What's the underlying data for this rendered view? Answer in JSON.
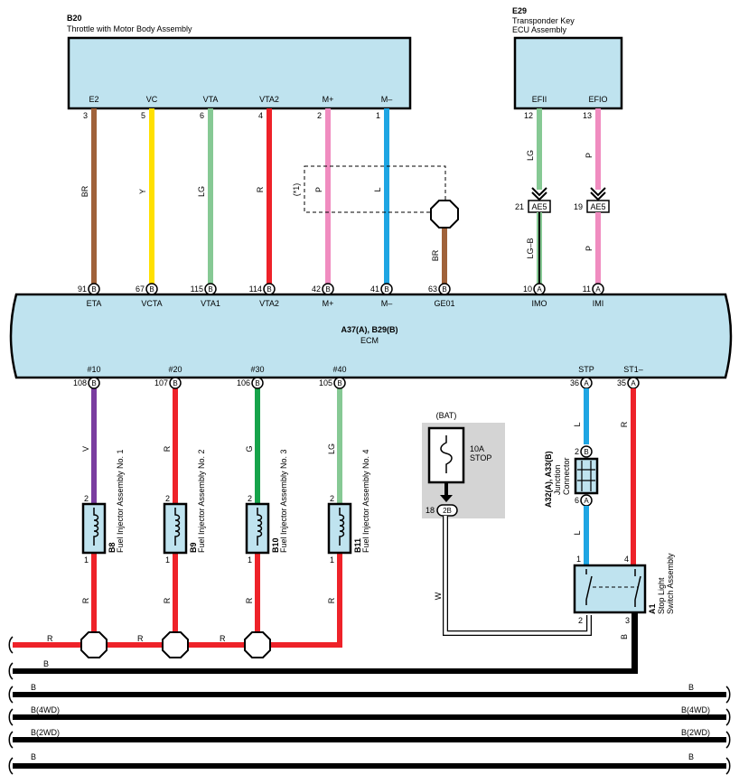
{
  "throttle": {
    "code": "B20",
    "name": "Throttle with Motor Body Assembly",
    "pins": [
      {
        "label": "E2",
        "pin": "3",
        "wire": "BR",
        "color": "#a0623a",
        "ecm_pin": "91",
        "ecm_conn": "B",
        "ecm_label": "ETA"
      },
      {
        "label": "VC",
        "pin": "5",
        "wire": "Y",
        "color": "#ffe000",
        "ecm_pin": "67",
        "ecm_conn": "B",
        "ecm_label": "VCTA"
      },
      {
        "label": "VTA",
        "pin": "6",
        "wire": "LG",
        "color": "#86c994",
        "ecm_pin": "115",
        "ecm_conn": "B",
        "ecm_label": "VTA1"
      },
      {
        "label": "VTA2",
        "pin": "4",
        "wire": "R",
        "color": "#ee2229",
        "ecm_pin": "114",
        "ecm_conn": "B",
        "ecm_label": "VTA2"
      },
      {
        "label": "M+",
        "pin": "2",
        "wire": "P",
        "color": "#f08cc0",
        "ecm_pin": "42",
        "ecm_conn": "B",
        "ecm_label": "M+"
      },
      {
        "label": "M–",
        "pin": "1",
        "wire": "L",
        "color": "#1ea5e3",
        "ecm_pin": "41",
        "ecm_conn": "B",
        "ecm_label": "M–"
      }
    ],
    "shield_note": "(*1)",
    "ground": {
      "wire": "BR",
      "ecm_pin": "63",
      "ecm_conn": "B",
      "ecm_label": "GE01"
    }
  },
  "transponder": {
    "code": "E29",
    "name_line1": "Transponder Key",
    "name_line2": "ECU Assembly",
    "pins": [
      {
        "label": "EFII",
        "pin": "12",
        "wire": "LG",
        "color": "#86c994",
        "jc": "AE5",
        "jc_pin": "21",
        "wire2": "LG–B",
        "ecm_pin": "10",
        "ecm_conn": "A",
        "ecm_label": "IMO"
      },
      {
        "label": "EFIO",
        "pin": "13",
        "wire": "P",
        "color": "#f08cc0",
        "jc": "AE5",
        "jc_pin": "19",
        "wire2": "P",
        "ecm_pin": "11",
        "ecm_conn": "A",
        "ecm_label": "IMI"
      }
    ]
  },
  "ecm": {
    "code": "A37(A), B29(B)",
    "name": "ECM"
  },
  "injectors": [
    {
      "signal": "#10",
      "ecm_pin": "108",
      "ecm_conn": "B",
      "wire": "V",
      "color": "#7a3da0",
      "code": "B8",
      "name": "Fuel Injector Assembly No. 1",
      "pin_top": "2",
      "pin_bottom": "1",
      "wire_bottom": "R"
    },
    {
      "signal": "#20",
      "ecm_pin": "107",
      "ecm_conn": "B",
      "wire": "R",
      "color": "#ee2229",
      "code": "B9",
      "name": "Fuel Injector Assembly No. 2",
      "pin_top": "2",
      "pin_bottom": "1",
      "wire_bottom": "R"
    },
    {
      "signal": "#30",
      "ecm_pin": "106",
      "ecm_conn": "B",
      "wire": "G",
      "color": "#16a34a",
      "code": "B10",
      "name": "Fuel Injector Assembly No. 3",
      "pin_top": "2",
      "pin_bottom": "1",
      "wire_bottom": "R"
    },
    {
      "signal": "#40",
      "ecm_pin": "105",
      "ecm_conn": "B",
      "wire": "LG",
      "color": "#86c994",
      "code": "B11",
      "name": "Fuel Injector Assembly No. 4",
      "pin_top": "2",
      "pin_bottom": "1",
      "wire_bottom": "R"
    }
  ],
  "fuse": {
    "source": "(BAT)",
    "rating": "10A",
    "name": "STOP",
    "pin": "18",
    "conn": "2B",
    "wire": "W"
  },
  "junction": {
    "code": "A32(A), A33(B)",
    "name_line1": "Junction",
    "name_line2": "Connector",
    "pin_top": "2",
    "conn_top": "B",
    "pin_bottom": "6",
    "conn_bottom": "A"
  },
  "stop_switch": {
    "code": "A1",
    "name_line1": "Stop Light",
    "name_line2": "Switch Assembly",
    "pins": [
      "1",
      "4",
      "2",
      "3"
    ],
    "stp": {
      "label": "STP",
      "ecm_pin": "36",
      "ecm_conn": "A",
      "wire": "L",
      "wire2": "L"
    },
    "st1": {
      "label": "ST1–",
      "ecm_pin": "35",
      "ecm_conn": "A",
      "wire": "R"
    },
    "ground_wire": "B"
  },
  "bus": {
    "r_label": "R",
    "b_label": "B",
    "rows": [
      {
        "left": "B",
        "right": "B"
      },
      {
        "left": "B(4WD)",
        "right": "B(4WD)"
      },
      {
        "left": "B(2WD)",
        "right": "B(2WD)"
      },
      {
        "left": "B",
        "right": "B"
      }
    ]
  },
  "colors": {
    "component_fill": "#bfe3ef",
    "fuse_bg": "#d4d4d4",
    "red": "#ee2229",
    "black": "#000000"
  }
}
